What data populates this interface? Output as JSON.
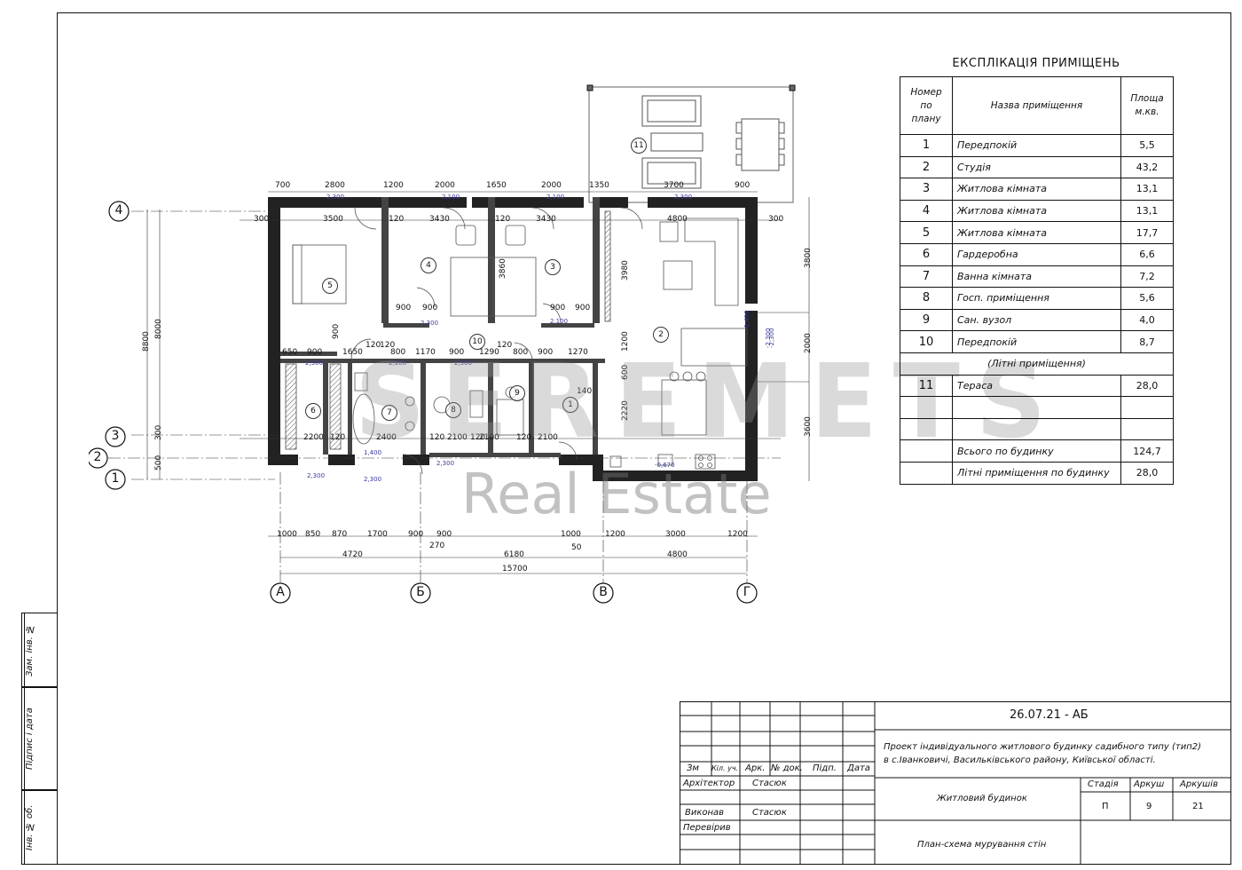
{
  "drawing_code": "26.07.21 - АБ",
  "project_title": {
    "line1": "Проект індивідуального житлового будинку садибного типу (тип2)",
    "line2": "в с.Іванковичі, Васильківського району, Київської області."
  },
  "building_name": "Житловий будинок",
  "sheet_title": "План-схема мурування стін",
  "stage_headers": {
    "stage": "Стадія",
    "sheet": "Аркуш",
    "sheets": "Аркушів"
  },
  "stage_values": {
    "stage": "П",
    "sheet": "9",
    "sheets": "21"
  },
  "signature_headers": [
    "Зм",
    "Кіл. уч.",
    "Арк.",
    "№ док.",
    "Підп.",
    "Дата"
  ],
  "signature_rows": [
    {
      "role": "Архітектор",
      "name": "Стасюк"
    },
    {
      "role": "Виконав",
      "name": "Стасюк"
    },
    {
      "role": "Перевірив",
      "name": ""
    }
  ],
  "side_stamp": [
    "Інв. № об.",
    "Підпис і дата",
    "Зам. інв. №"
  ],
  "explication": {
    "title": "ЕКСПЛІКАЦІЯ ПРИМІЩЕНЬ",
    "headers": {
      "number": "Номер по плану",
      "name": "Назва приміщення",
      "area": "Площа м.кв."
    },
    "rows": [
      {
        "n": "1",
        "name": "Передпокій",
        "area": "5,5"
      },
      {
        "n": "2",
        "name": "Студія",
        "area": "43,2"
      },
      {
        "n": "3",
        "name": "Житлова кімната",
        "area": "13,1"
      },
      {
        "n": "4",
        "name": "Житлова кімната",
        "area": "13,1"
      },
      {
        "n": "5",
        "name": "Житлова кімната",
        "area": "17,7"
      },
      {
        "n": "6",
        "name": "Гардеробна",
        "area": "6,6"
      },
      {
        "n": "7",
        "name": "Ванна кімната",
        "area": "7,2"
      },
      {
        "n": "8",
        "name": "Госп. приміщення",
        "area": "5,6"
      },
      {
        "n": "9",
        "name": "Сан. вузол",
        "area": "4,0"
      },
      {
        "n": "10",
        "name": "Передпокій",
        "area": "8,7"
      }
    ],
    "summer_label": "(Літні приміщення)",
    "summer_rows": [
      {
        "n": "11",
        "name": "Тераса",
        "area": "28,0"
      }
    ],
    "total_label": "Всього по будинку",
    "total_area": "124,7",
    "summer_total_label": "Літні приміщення по будинку",
    "summer_total_area": "28,0"
  },
  "plan": {
    "axes_letters": [
      "А",
      "Б",
      "В",
      "Г"
    ],
    "axes_numbers": [
      "4",
      "3",
      "2",
      "1"
    ],
    "room_labels": [
      "1",
      "2",
      "3",
      "4",
      "5",
      "6",
      "7",
      "8",
      "9",
      "10",
      "11"
    ],
    "top_dims": [
      "700",
      "2800",
      "1200",
      "2000",
      "1650",
      "2000",
      "1350",
      "3700",
      "900"
    ],
    "top_dims2": [
      "300",
      "3500",
      "120",
      "3430",
      "120",
      "3430",
      "4800",
      "300"
    ],
    "bottom_dims": [
      "1000",
      "850",
      "870",
      "1700",
      "900",
      "900",
      "1000",
      "1200",
      "3000",
      "1200"
    ],
    "bottom_dims2": [
      "4720",
      "6180",
      "4800"
    ],
    "bottom_total": "15700",
    "left_dims": [
      "8800",
      "8000",
      "300",
      "500"
    ],
    "right_dims": [
      "3800",
      "2000",
      "3600"
    ],
    "interior_dims": [
      "3860",
      "3980",
      "900",
      "900",
      "900",
      "900",
      "650",
      "900",
      "1650",
      "120",
      "800",
      "1170",
      "900",
      "1290",
      "800",
      "900",
      "1270",
      "120",
      "2200",
      "120",
      "2400",
      "120",
      "2100",
      "120",
      "2100",
      "120",
      "2100",
      "2220",
      "1200",
      "600",
      "140",
      "120",
      "900",
      "270",
      "50",
      "300"
    ],
    "level_marks": [
      "2,300",
      "2,100",
      "2,100",
      "2,300",
      "2,300",
      "2,300",
      "2,100",
      "2,100",
      "2,300",
      "2,300",
      "2,300",
      "-0,450",
      "-2,300",
      "-0,670",
      "-2,300",
      "1,400",
      "2,300"
    ]
  },
  "watermark": {
    "top": "SEREMETS",
    "bottom": "Real Estate"
  }
}
